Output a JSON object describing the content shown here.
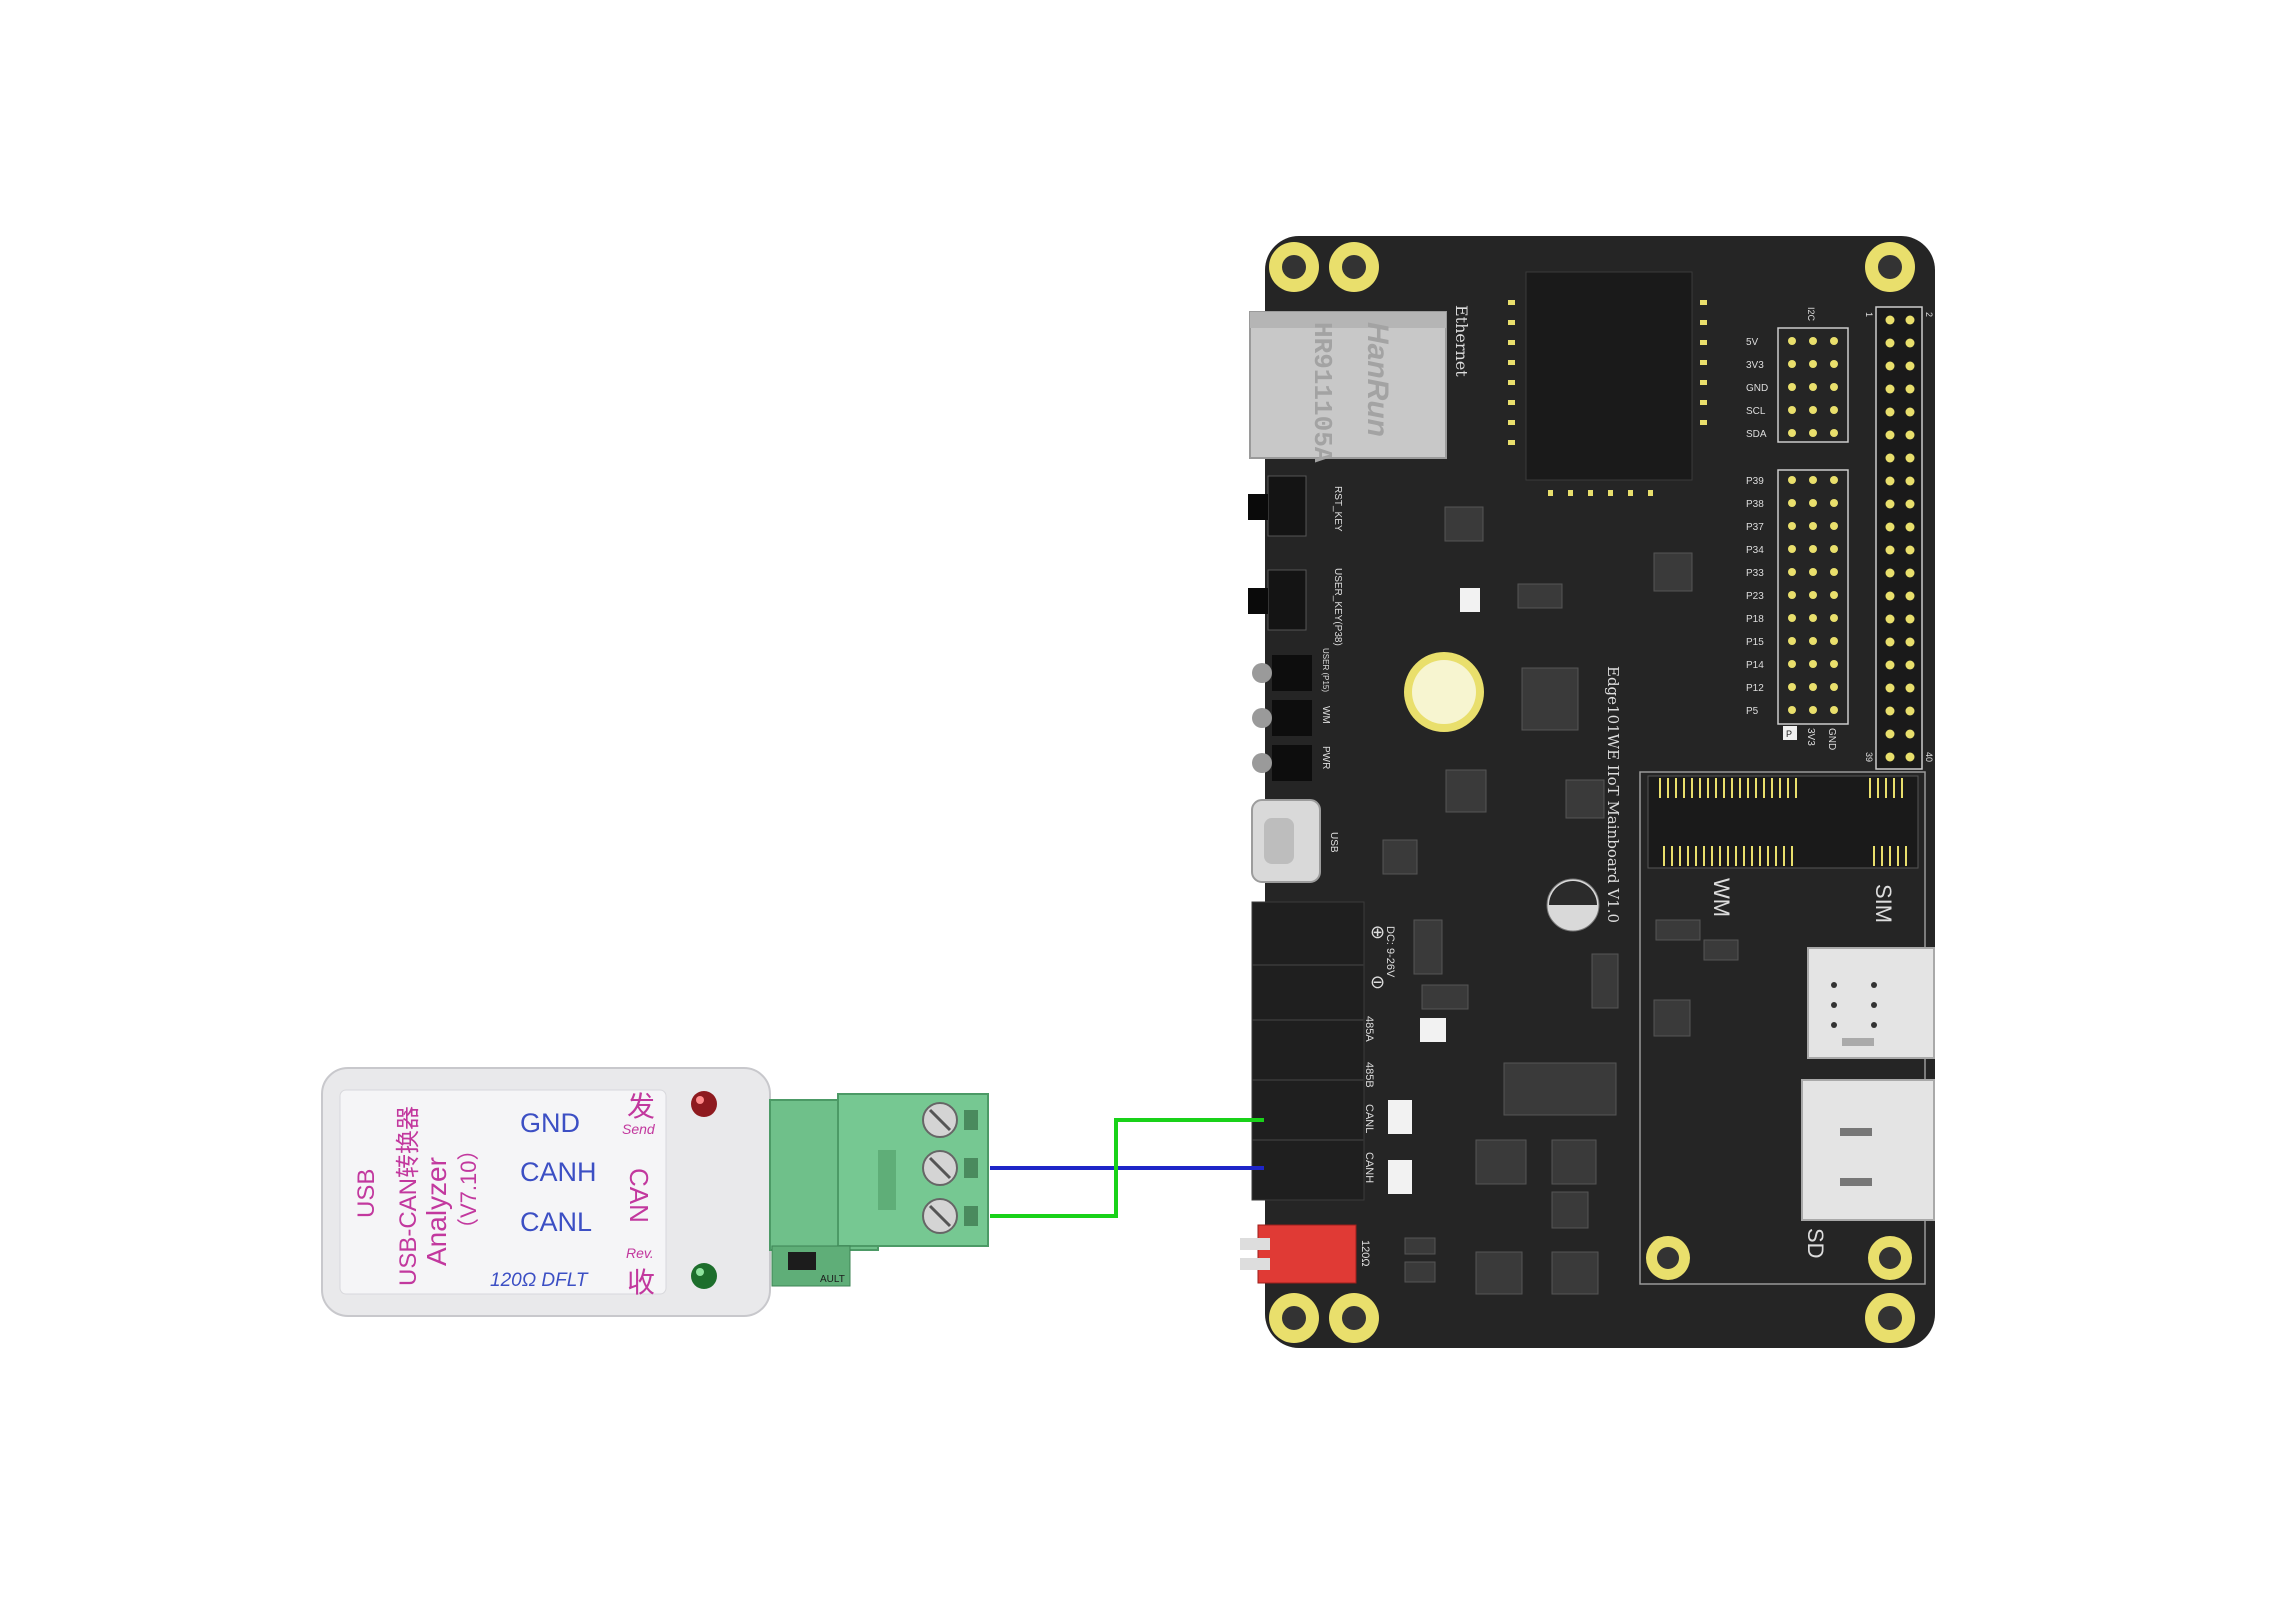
{
  "colors": {
    "background": "#ffffff",
    "board": "#252525",
    "pad_gold": "#e9df6c",
    "wire_green": "#19d219",
    "wire_blue": "#1e25c8",
    "terminal_green": "#6fc08a",
    "connector_red": "#e03a35",
    "adapter_body": "#e9e9eb",
    "adapter_text_purple": "#c2389e",
    "adapter_text_blue": "#3c4fc4"
  },
  "usb_can_adapter": {
    "usb_label": "USB",
    "title_cn": "USB-CAN转换器",
    "title_en": "Analyzer",
    "version": "（V7.10）",
    "pins": [
      "GND",
      "CANH",
      "CANL"
    ],
    "send_cn": "发",
    "send_en": "Send",
    "can_label": "CAN",
    "rev_en": "Rev.",
    "recv_cn": "收",
    "resistor_label": "120Ω  DFLT",
    "jumper_label": "AULT"
  },
  "mainboard": {
    "title": "Edge101WE IIoT Mainboard V1.0",
    "ethernet_label": "Ethernet",
    "rj45_brand": "HanRun",
    "rj45_model": "HR911105A",
    "rst_key_label": "RST_KEY",
    "user_key_label": "USER_KEY(P38)",
    "led_labels": [
      "USER (P15)",
      "WM",
      "PWR"
    ],
    "usb_label": "USB",
    "dc_label": "DC: 9-26V",
    "plus_symbol": "⊕",
    "minus_symbol": "⊖",
    "terminal_labels": [
      "485A",
      "485B",
      "CANL",
      "CANH"
    ],
    "resistor_120_label": "120Ω",
    "i2c_header_label": "I2C",
    "i2c_pins": [
      "5V",
      "3V3",
      "GND",
      "SCL",
      "SDA"
    ],
    "gpio_pins": [
      "P39",
      "P38",
      "P37",
      "P34",
      "P33",
      "P23",
      "P18",
      "P15",
      "P14",
      "P12",
      "P5"
    ],
    "gpio_bottom_labels": [
      "P",
      "3V3",
      "GND"
    ],
    "header_numbers": [
      "1",
      "2",
      "39",
      "40"
    ],
    "wm_label": "WM",
    "sim_label": "SIM",
    "sd_label": "SD"
  }
}
